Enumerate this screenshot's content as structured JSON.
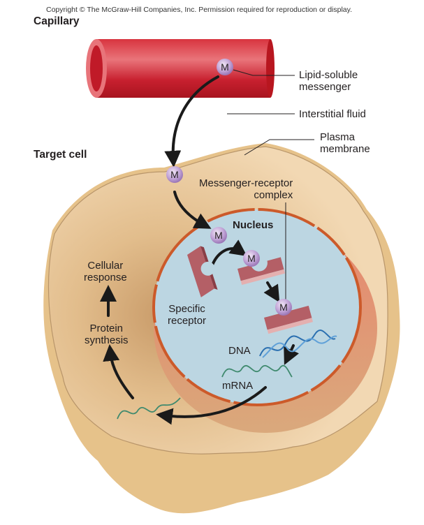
{
  "copyright": "Copyright © The McGraw-Hill Companies, Inc. Permission required for reproduction or display.",
  "labels": {
    "capillary": "Capillary",
    "target_cell": "Target cell",
    "lipid_soluble_messenger": "Lipid-soluble\nmessenger",
    "interstitial_fluid": "Interstitial fluid",
    "plasma_membrane": "Plasma\nmembrane",
    "messenger_receptor_complex": "Messenger-receptor\ncomplex",
    "nucleus": "Nucleus",
    "specific_receptor": "Specific\nreceptor",
    "dna": "DNA",
    "mrna": "mRNA",
    "cellular_response": "Cellular\nresponse",
    "protein_synthesis": "Protein\nsynthesis"
  },
  "messenger_symbol": "M",
  "colors": {
    "capillary": "#c8202f",
    "capillary_light": "#e8747a",
    "cell_outer": "#e6c28a",
    "cell_inner": "#f1d6b0",
    "cytoplasm_shadow": "#c9a070",
    "nucleus": "#bcd6e2",
    "nuclear_envelope": "#cc5a2a",
    "nucleus_shadow": "#e69070",
    "messenger": "#b99ad0",
    "receptor": "#b45f66",
    "dna": "#2a6fb0",
    "mrna": "#3f8a6e",
    "arrow": "#1a1a1a"
  }
}
